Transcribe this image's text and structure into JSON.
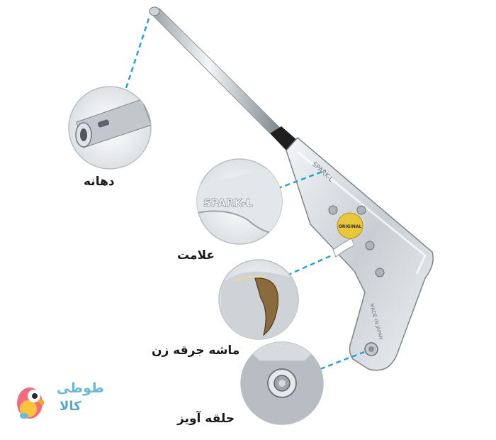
{
  "labels": {
    "nozzle": "دهانه",
    "brand_mark": "علامت",
    "spark_trigger": "ماشه جرقه زن",
    "hanging_ring": "حلقه آویز"
  },
  "product_markings": {
    "brand": "SPARK-L",
    "made_in": "MADE IN JAPAN",
    "sticker": "ORIGINAL"
  },
  "watermark": {
    "line1": "طوطی",
    "line2": "كالا"
  },
  "colors": {
    "callout_line": "#2b9fd8",
    "metal_light": "#e9ecef",
    "metal_dark": "#8e959c",
    "sticker": "#e8c83a"
  }
}
